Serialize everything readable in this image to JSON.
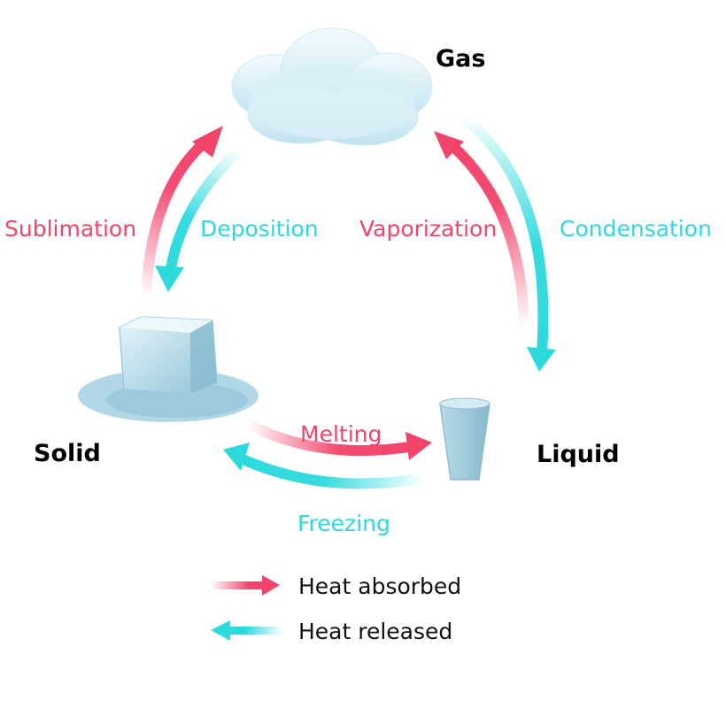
{
  "states": {
    "gas": "Gas",
    "solid": "Solid",
    "liquid": "Liquid"
  },
  "processes": {
    "sublimation": "Sublimation",
    "deposition": "Deposition",
    "vaporization": "Vaporization",
    "condensation": "Condensation",
    "melting": "Melting",
    "freezing": "Freezing"
  },
  "legend": {
    "absorbed": "Heat absorbed",
    "released": "Heat released"
  },
  "colors": {
    "absorbed": "#f2436a",
    "released": "#2cd9dd",
    "ice": "#a9d3e3",
    "water": "#9fcbdc"
  },
  "icons": [
    "cloud-icon",
    "ice-cube-icon",
    "glass-of-water-icon"
  ]
}
